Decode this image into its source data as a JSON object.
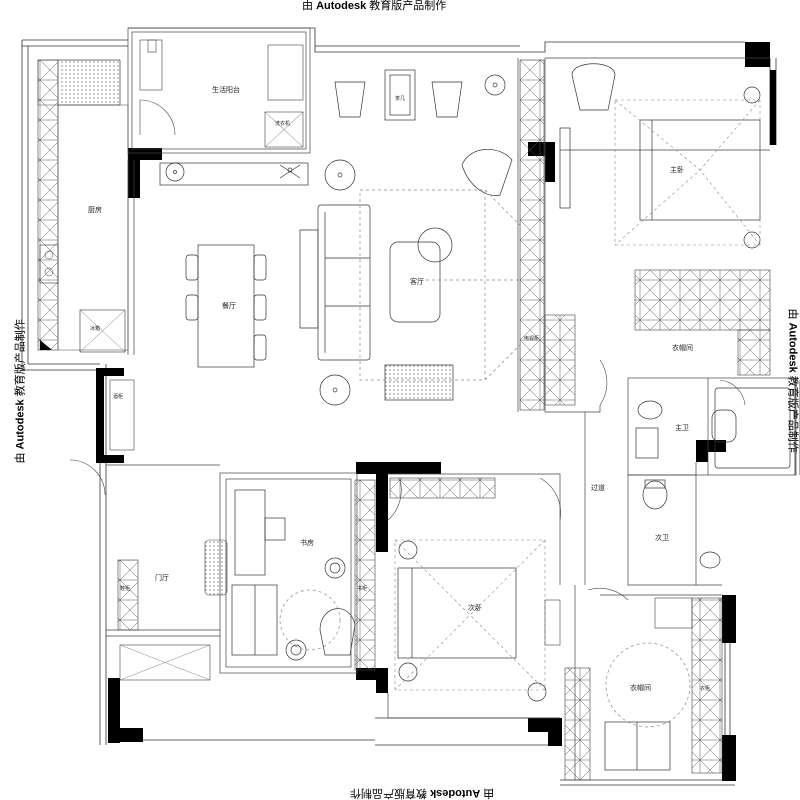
{
  "watermark": {
    "top": {
      "prefix": "由",
      "brand": "Autodesk",
      "suffix": "教育版产品制作"
    },
    "bottom": {
      "prefix": "由",
      "brand": "Autodesk",
      "suffix": "教育版产品制作"
    },
    "left": {
      "prefix": "由",
      "brand": "Autodesk",
      "suffix": "教育版产品制作"
    },
    "right": {
      "prefix": "由",
      "brand": "Autodesk",
      "suffix": "教育版产品制作"
    }
  },
  "rooms": {
    "balcony": "生活阳台",
    "kitchen": "厨房",
    "dining": "餐厅",
    "living": "客厅",
    "master_bedroom": "主卧",
    "wardrobe": "衣帽间",
    "master_bath": "主卫",
    "corridor": "过道",
    "second_bath": "次卫",
    "study": "书房",
    "second_bedroom": "次卧",
    "entrance": "门厅",
    "cloakroom": "衣帽间"
  },
  "fixtures": {
    "fridge": "冰箱",
    "washer": "洗衣机",
    "tv_cabinet": "电视柜",
    "shoe_cabinet": "鞋柜",
    "wine_cabinet": "酒柜",
    "table": "茶几",
    "bookcase": "书柜",
    "wardrobe_cab": "衣柜"
  }
}
